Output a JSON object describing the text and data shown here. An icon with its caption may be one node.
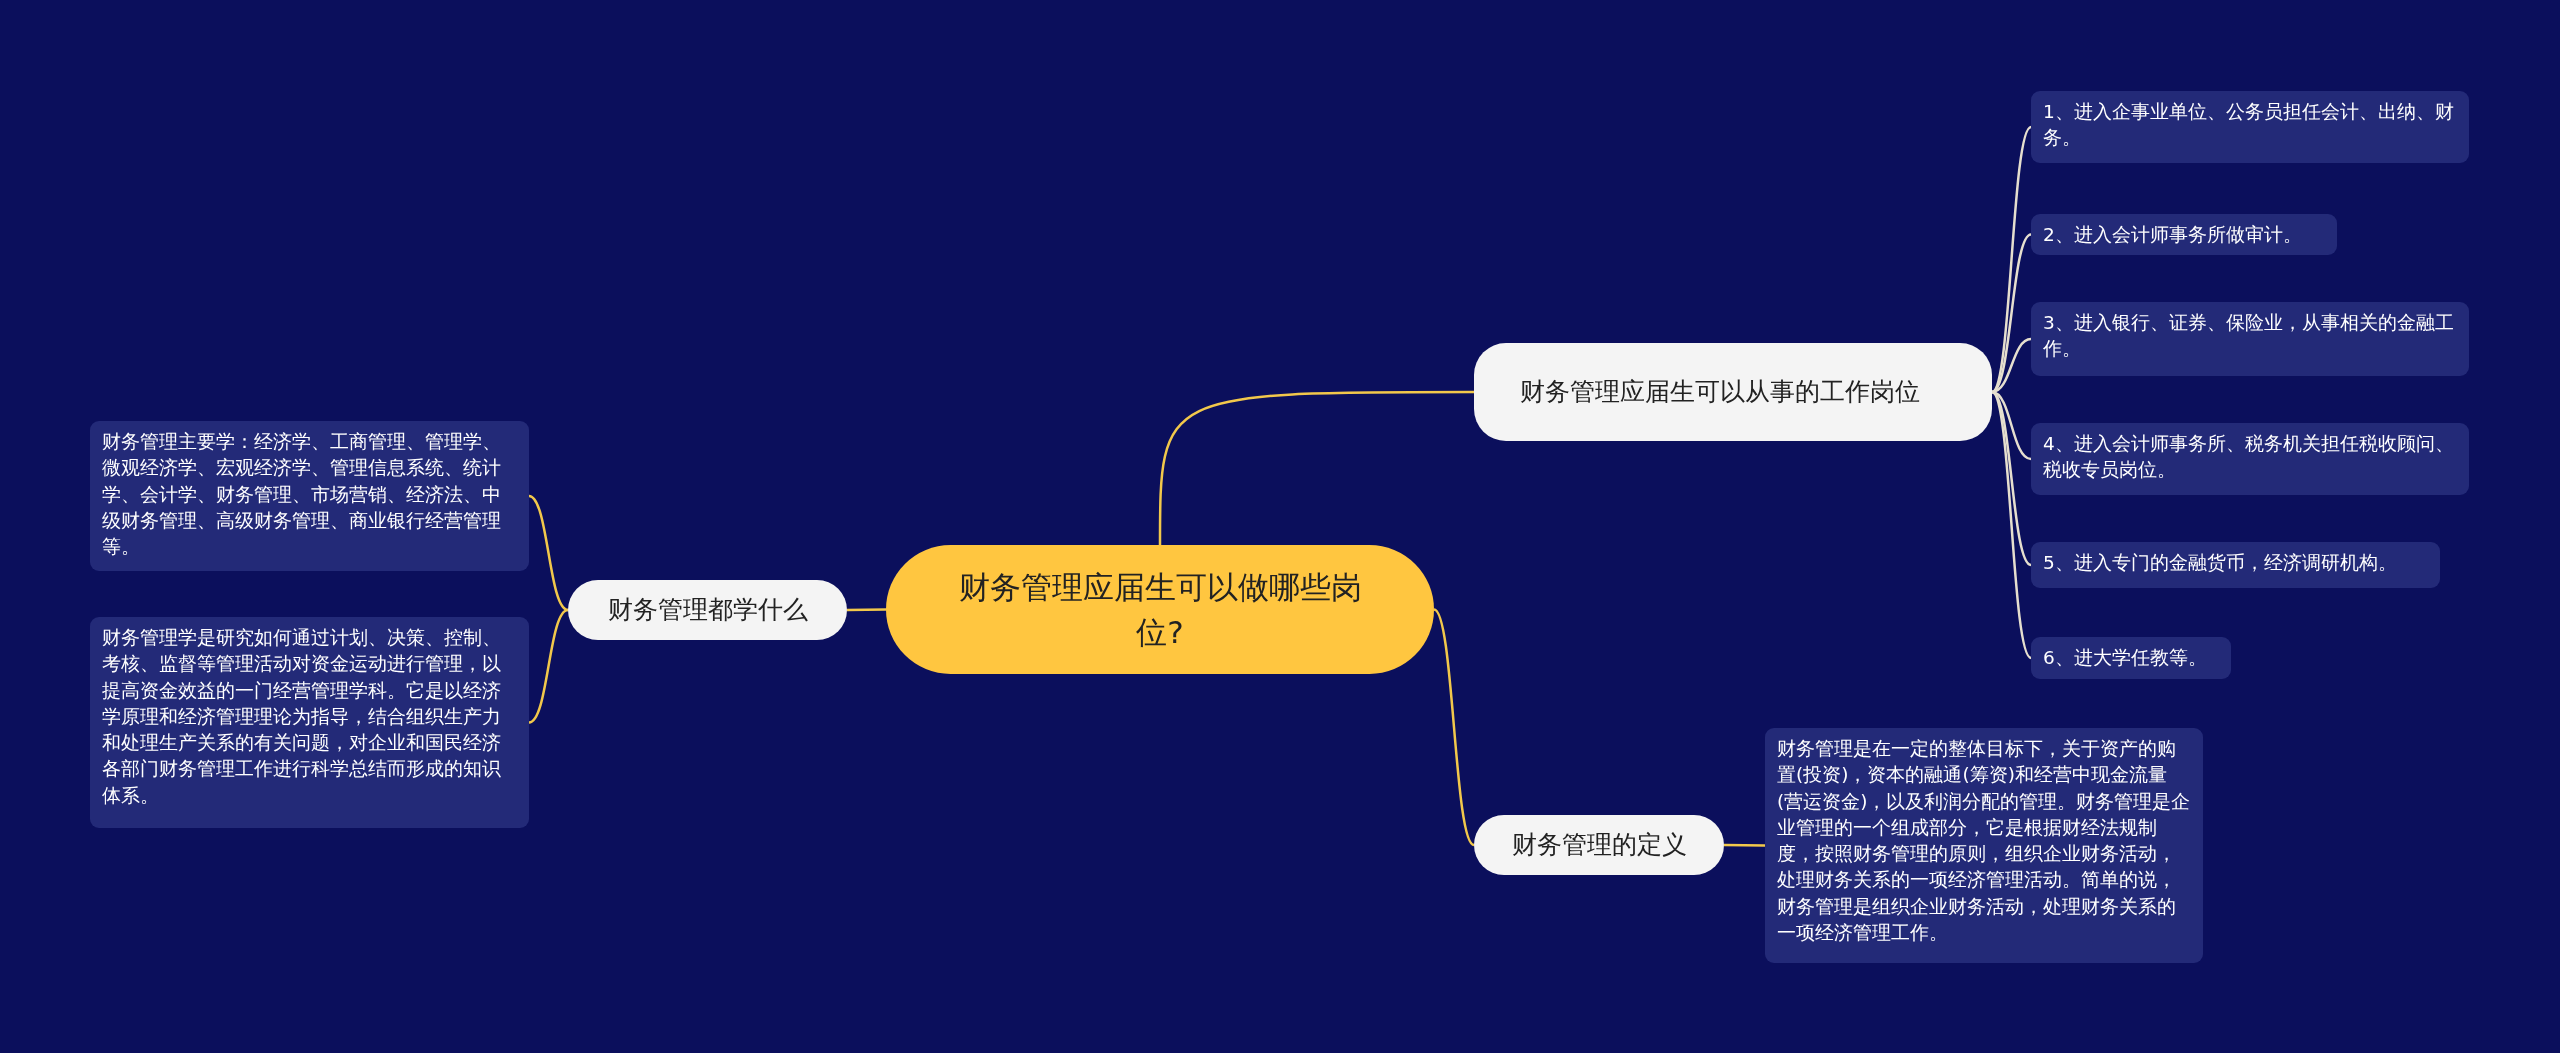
{
  "diagram": {
    "nodes": [
      {
        "text": [
          "财务管理应届生可以做哪些岗位?"
        ]
      },
      {
        "text": [
          "财务管理应届生可以从事的工作岗位"
        ]
      },
      {
        "text": [
          "1、进入企事业单位、公务员担任会计、出纳、财务。"
        ]
      },
      {
        "text": [
          "2、进入会计师事务所做审计。"
        ]
      },
      {
        "text": [
          "3、进入银行、证券、保险业，从事相关的金融工作。"
        ]
      },
      {
        "text": [
          "4、进入会计师事务所、税务机关担任税收顾问、税收专员岗位。"
        ]
      },
      {
        "text": [
          "5、进入专门的金融货币，经济调研机构。"
        ]
      },
      {
        "text": [
          "6、进大学任教等。"
        ]
      },
      {
        "text": [
          "财务管理的定义"
        ]
      },
      {
        "text": [
          "财务管理是在一定的整体目标下，关于资产的购置(投资)，资本的融通(筹资)和经营中现金流量(营运资金)，以及利润分配的管理。财务管理是企业管理的一个组成部分，它是根据财经法规制度，按照财务管理的原则，组织企业财务活动，处理财务关系的一项经济管理活动。简单的说，财务管理是组织企业财务活动，处理财务关系的一项经济管理工作。"
        ]
      },
      {
        "text": [
          "财务管理都学什么"
        ]
      },
      {
        "text": [
          "财务管理主要学：经济学、工商管理、管理学、微观经济学、宏观经济学、管理信息系统、统计学、会计学、财务管理、市场营销、经济法、中级财务管理、高级财务管理、商业银行经营管理等。"
        ]
      },
      {
        "text": [
          "财务管理学是研究如何通过计划、决策、控制、考核、监督等管理活动对资金运动进行管理，以提高资金效益的一门经营管理学科。它是以经济学原理和经济管理理论为指导，结合组织生产力和处理生产关系的有关问题，对企业和国民经济各部门财务管理工作进行科学总结而形成的知识体系。"
        ]
      }
    ],
    "edges": [
      {
        "from": 0,
        "to": 1,
        "arrow": "none"
      },
      {
        "from": 1,
        "to": 2,
        "arrow": "none",
        "color": "#e6dfcf"
      },
      {
        "from": 1,
        "to": 3,
        "arrow": "none",
        "color": "#e6dfcf"
      },
      {
        "from": 1,
        "to": 4,
        "arrow": "none",
        "color": "#e6dfcf"
      },
      {
        "from": 1,
        "to": 5,
        "arrow": "none",
        "color": "#e6dfcf"
      },
      {
        "from": 1,
        "to": 6,
        "arrow": "none",
        "color": "#e6dfcf"
      },
      {
        "from": 1,
        "to": 7,
        "arrow": "none",
        "color": "#e6dfcf"
      },
      {
        "from": 0,
        "to": 8,
        "arrow": "none"
      },
      {
        "from": 8,
        "to": 9,
        "arrow": "none"
      },
      {
        "from": 0,
        "to": 10,
        "arrow": "none"
      },
      {
        "from": 10,
        "to": 11,
        "arrow": "none"
      },
      {
        "from": 10,
        "to": 12,
        "arrow": "none"
      }
    ]
  }
}
